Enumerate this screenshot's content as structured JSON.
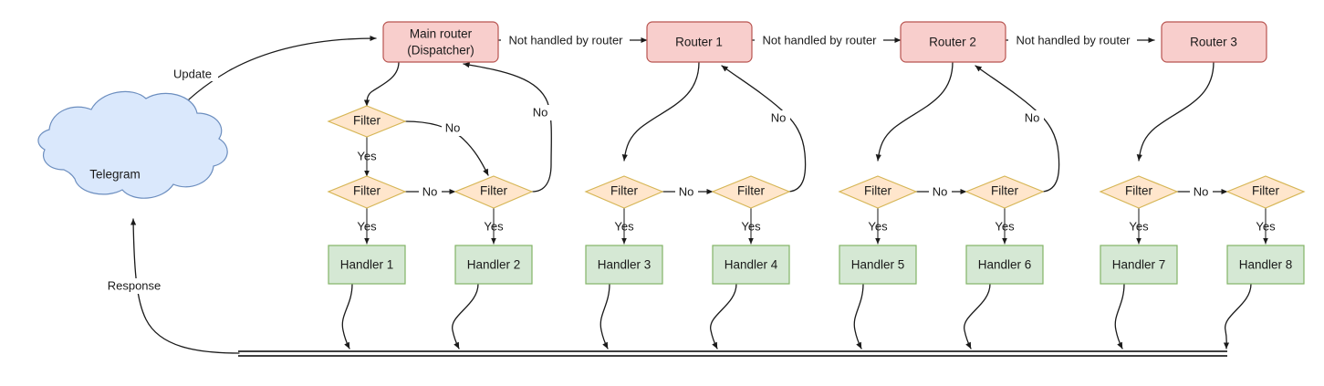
{
  "diagram": {
    "title": "aiogram update dispatch flow",
    "colors": {
      "router_fill": "#f8cecc",
      "router_stroke": "#b85450",
      "filter_fill": "#ffe6cc",
      "filter_stroke": "#d6b656",
      "handler_fill": "#d5e8d4",
      "handler_stroke": "#82b366",
      "cloud_fill": "#dae8fc",
      "cloud_stroke": "#6c8ebf",
      "edge_stroke": "#1a1a1a",
      "background": "#ffffff"
    },
    "cloud": {
      "label": "Telegram"
    },
    "routers": [
      {
        "id": "main-router",
        "line1": "Main router",
        "line2": "(Dispatcher)"
      },
      {
        "id": "router-1",
        "line1": "Router 1",
        "line2": ""
      },
      {
        "id": "router-2",
        "line1": "Router 2",
        "line2": ""
      },
      {
        "id": "router-3",
        "line1": "Router 3",
        "line2": ""
      }
    ],
    "filters": [
      {
        "id": "filter-a1",
        "label": "Filter"
      },
      {
        "id": "filter-a2",
        "label": "Filter"
      },
      {
        "id": "filter-a3",
        "label": "Filter"
      },
      {
        "id": "filter-b1",
        "label": "Filter"
      },
      {
        "id": "filter-b2",
        "label": "Filter"
      },
      {
        "id": "filter-c1",
        "label": "Filter"
      },
      {
        "id": "filter-c2",
        "label": "Filter"
      },
      {
        "id": "filter-d1",
        "label": "Filter"
      },
      {
        "id": "filter-d2",
        "label": "Filter"
      }
    ],
    "handlers": [
      {
        "id": "handler-1",
        "label": "Handler 1"
      },
      {
        "id": "handler-2",
        "label": "Handler 2"
      },
      {
        "id": "handler-3",
        "label": "Handler 3"
      },
      {
        "id": "handler-4",
        "label": "Handler 4"
      },
      {
        "id": "handler-5",
        "label": "Handler 5"
      },
      {
        "id": "handler-6",
        "label": "Handler 6"
      },
      {
        "id": "handler-7",
        "label": "Handler 7"
      },
      {
        "id": "handler-8",
        "label": "Handler 8"
      }
    ],
    "edge_labels": {
      "update": "Update",
      "response": "Response",
      "not_handled": "Not handled by router",
      "yes": "Yes",
      "no": "No"
    },
    "not_handled_labels": [
      "Not handled by router",
      "Not handled by router",
      "Not handled by router"
    ],
    "yes_labels": [
      "Yes",
      "Yes",
      "Yes",
      "Yes",
      "Yes",
      "Yes",
      "Yes",
      "Yes",
      "Yes"
    ],
    "no_labels": [
      "No",
      "No",
      "No",
      "No",
      "No",
      "No",
      "No",
      "No"
    ]
  }
}
